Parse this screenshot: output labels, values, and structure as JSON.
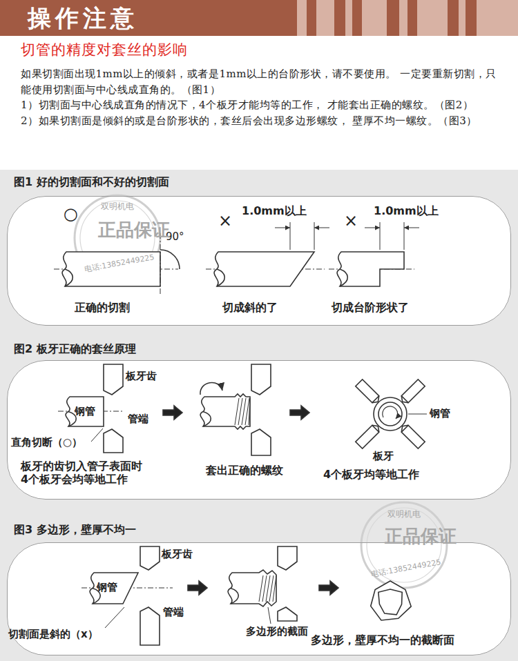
{
  "diagram": {
    "title": "操作注意",
    "nodes": [
      {
        "text": [
          "图1  好的切割面和不好的切割面"
        ]
      },
      {
        "text": [
          "图2  板牙正确的套丝原理"
        ]
      },
      {
        "text": [
          "图3  多边形，壁厚不均一"
        ]
      }
    ],
    "labels": [
      "切管的精度对套丝的影响",
      "如果切割面出现1mm以上的倾斜，或者是1mm以上的台阶形状，请不要使用。 一定要重新切割，只能使用切割面与中心线成直角的。（图1）",
      "1）切割面与中心线成直角的情况下，4个板牙才能均等的工作， 才能套出正确的螺纹。（图2）",
      "2）如果切割面是倾斜的或是台阶形状的，套丝后会出现多边形螺纹， 壁厚不均一螺纹。（图3）",
      "○",
      "90°",
      "正确的切割",
      "×",
      "1.0mm以上",
      "切成斜的了",
      "×",
      "1.0mm以上",
      "切成台阶形状了",
      "板牙齿",
      "钢管",
      "管端",
      "直角切断（○）",
      "板牙的齿切入管子表面时 4个板牙会均等地工作",
      "套出正确的螺纹",
      "钢管",
      "板牙",
      "4个板牙均等地工作",
      "板牙齿",
      "钢管",
      "管端",
      "切割面是斜的（x）",
      "多边形的截面",
      "多边形，壁厚不均一的截断面",
      "正品保证",
      "双明机电",
      "电话:13852449225",
      "正品保证",
      "双明机电",
      "电话:13852449225"
    ]
  }
}
